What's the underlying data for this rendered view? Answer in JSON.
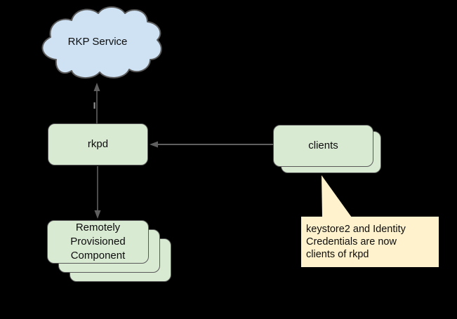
{
  "nodes": {
    "rkp_service": {
      "label": "RKP Service",
      "shape": "cloud"
    },
    "rkpd": {
      "label": "rkpd",
      "shape": "rounded-rect"
    },
    "clients": {
      "label": "clients",
      "shape": "rounded-rect",
      "stack_count": 2
    },
    "rpc": {
      "label_lines": [
        "Remotely",
        "Provisioned",
        "Component"
      ],
      "shape": "rounded-rect",
      "stack_count": 3
    }
  },
  "callout": {
    "lines": [
      "keystore2 and Identity",
      "Credentials are now",
      "clients of rkpd"
    ],
    "points_to": "clients"
  },
  "connectors": [
    {
      "from": "rkpd",
      "to": "rkp_service",
      "arrowhead": "up"
    },
    {
      "from": "rkpd",
      "to": "rpc",
      "arrowhead": "down"
    },
    {
      "from": "clients",
      "to": "rkpd",
      "arrowhead": "left"
    }
  ],
  "colors": {
    "background": "#000000",
    "cloud_fill": "#cfe2f3",
    "box_fill": "#d9ead3",
    "callout_fill": "#fff2cc",
    "border": "#595959",
    "connector": "#5f5f5f",
    "text": "#0d0d0d"
  }
}
